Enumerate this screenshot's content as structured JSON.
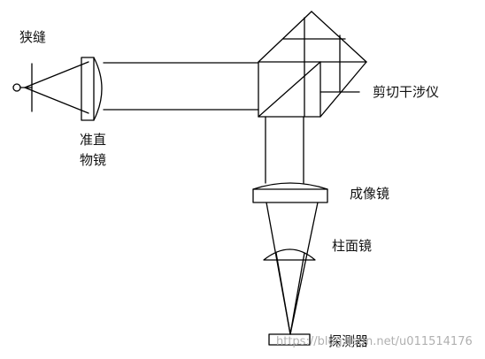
{
  "labels": {
    "slit": "狭缝",
    "collimator_line1": "准直",
    "collimator_line2": "物镜",
    "interferometer": "剪切干涉仪",
    "imaging_lens": "成像镜",
    "cylindrical_lens": "柱面镜",
    "detector": "探测器"
  },
  "watermark": "https://blog.csdn.net/u011514176"
}
